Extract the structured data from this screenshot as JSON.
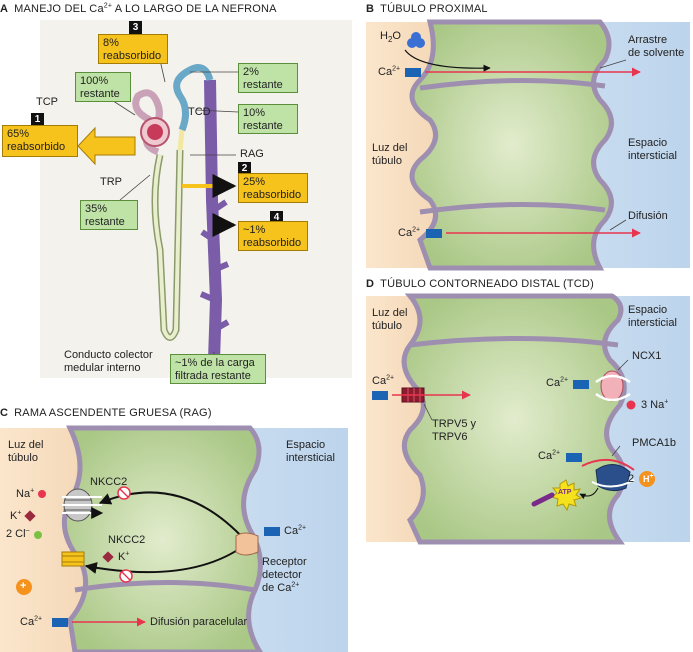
{
  "panel_a": {
    "letter": "A",
    "title_pre": "MANEJO DEL Ca",
    "title_sup": "2+",
    "title_post": " A LO LARGO DE LA NEFRONA",
    "labels": {
      "tcp": "TCP",
      "tcd": "TCD",
      "rag": "RAG",
      "trp": "TRP",
      "collector": "Conducto colector\nmedular interno"
    },
    "boxes": {
      "b1_num": "1",
      "b1_text": "65%\nreabsorbido",
      "b2_num": "2",
      "b2_text": "25%\nreabsorbido",
      "b3_num": "3",
      "b3_text": "8%\nreabsorbido",
      "b4_num": "4",
      "b4_text": "~1%\nreabsorbido",
      "g100": "100%\nrestante",
      "g35": "35%\nrestante",
      "g10": "10%\nrestante",
      "g2": "2%\nrestante",
      "gfinal": "~1% de la carga\nfiltrada restante"
    }
  },
  "panel_b": {
    "letter": "B",
    "title": "TÚBULO PROXIMAL",
    "water_pre": "H",
    "water_sub": "2",
    "water_post": "O",
    "ca": "Ca",
    "ca_sup": "2+",
    "solvent_drag": "Arrastre\nde solvente",
    "lumen": "Luz del\ntúbulo",
    "interstitial": "Espacio\nintersticial",
    "diffusion": "Difusión"
  },
  "panel_c": {
    "letter": "C",
    "title": "RAMA ASCENDENTE GRUESA (RAG)",
    "lumen": "Luz del\ntúbulo",
    "interstitial": "Espacio\nintersticial",
    "nkcc2_a": "NKCC2",
    "nkcc2_b": "NKCC2",
    "na": "Na",
    "k": "K",
    "cl": "2 Cl",
    "ion_plus": "+",
    "ion_minus": "–",
    "ca": "Ca",
    "ca_sup": "2+",
    "receptor": "Receptor\ndetector\nde Ca",
    "receptor_sup": "2+",
    "paracellular": "Difusión paracelular",
    "plus_symbol": "+"
  },
  "panel_d": {
    "letter": "D",
    "title": "TÚBULO CONTORNEADO DISTAL (TCD)",
    "lumen": "Luz del\ntúbulo",
    "interstitial": "Espacio\nintersticial",
    "ca": "Ca",
    "ca_sup": "2+",
    "trpv": "TRPV5 y\nTRPV6",
    "ncx1": "NCX1",
    "na3": "3 Na",
    "na_sup": "+",
    "pmca": "PMCA1b",
    "h2": "2",
    "h_symbol": "H",
    "h_sup": "+",
    "atp": "ATP"
  },
  "colors": {
    "cell_fill": "#c8dca7",
    "membrane": "#9e8fb0",
    "lumen_fill": "#f6dcc0",
    "interstitial_fill": "#d6e6f4",
    "ca_marker": "#1a64b3",
    "arrow_red": "#e8354f",
    "box_green": "#bfe3a6",
    "box_yellow": "#f6c21c"
  }
}
